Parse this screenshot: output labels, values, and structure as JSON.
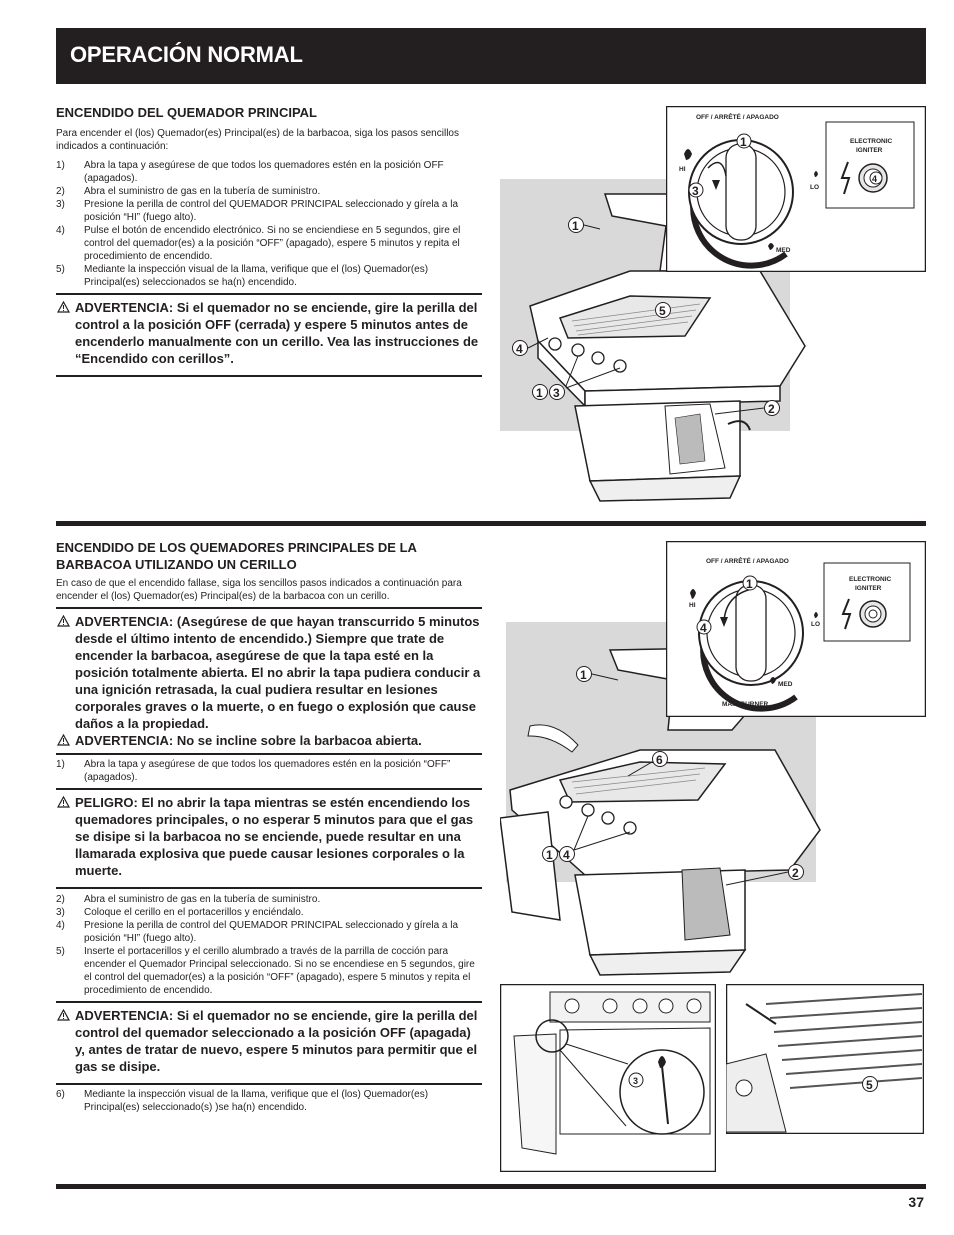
{
  "header": {
    "title": "OPERACIÓN NORMAL"
  },
  "section1": {
    "heading": "ENCENDIDO DEL QUEMADOR PRINCIPAL",
    "intro": "Para encender el (los) Quemador(es) Principal(es) de la barbacoa, siga los pasos sencillos indicados a continuación:",
    "steps": [
      {
        "n": "1)",
        "text": "Abra la tapa y asegúrese de que todos los quemadores estén en la posición OFF (apagados)."
      },
      {
        "n": "2)",
        "text": "Abra el suministro de gas en la tubería de suministro."
      },
      {
        "n": "3)",
        "text": "Presione la perilla de control del QUEMADOR PRINCIPAL seleccionado y gírela a la posición “HI” (fuego alto)."
      },
      {
        "n": "4)",
        "text": "Pulse el botón de encendido electrónico.  Si no se enciendiese en 5 segundos, gire el control del quemador(es) a la posición “OFF” (apagado), espere 5 minutos y repita el procedimiento de encendido."
      },
      {
        "n": "5)",
        "text": "Mediante la inspección visual de la llama, verifique que el (los) Quemador(es) Principal(es) seleccionados se ha(n) encendido."
      }
    ],
    "warning": "ADVERTENCIA: Si el quemador no se enciende, gire la perilla del control a la posición OFF (cerrada) y espere 5 minutos antes de encenderlo manualmente con un cerillo. Vea las instrucciones de “Encendido con cerillos”."
  },
  "section2": {
    "heading": "ENCENDIDO DE LOS QUEMADORES PRINCIPALES DE LA BARBACOA UTILIZANDO UN CERILLO",
    "intro": "En caso de que el encendido fallase, siga los sencillos pasos indicados a continuación para encender el (los) Quemador(es) Principal(es) de la barbacoa con un cerillo.",
    "warning1": "ADVERTENCIA: (Asegúrese de que hayan transcurrido 5 minutos desde el último intento de encendido.) Siempre que trate de encender la barbacoa, asegúrese de que la tapa esté en la posición totalmente abierta. El no abrir la tapa pudiera conducir a una ignición retrasada, la cual pudiera resultar en lesiones corporales graves o la muerte, o en fuego o explosión que cause daños a la propiedad.",
    "warning2": "ADVERTENCIA: No se incline sobre la barbacoa abierta.",
    "steps_a": [
      {
        "n": "1)",
        "text": "Abra la tapa y asegúrese de que todos los quemadores estén en la posición “OFF” (apagados)."
      }
    ],
    "danger": "PELIGRO: El no abrir la tapa mientras se estén encendiendo los quemadores principales, o no esperar 5 minutos para que el gas se disipe si la barbacoa no se enciende, puede resultar en una llamarada explosiva que puede causar lesiones corporales o la muerte.",
    "steps_b": [
      {
        "n": "2)",
        "text": "Abra el suministro de gas en la tubería de suministro."
      },
      {
        "n": "3)",
        "text": "Coloque el cerillo en el portacerillos y enciéndalo."
      },
      {
        "n": "4)",
        "text": "Presione la perilla de control del QUEMADOR PRINCIPAL seleccionado y gírela a la posición “HI” (fuego alto)."
      },
      {
        "n": "5)",
        "text": "Inserte el portacerillos y el cerillo alumbrado a través de la parrilla de cocción para encender el Quemador Principal seleccionado. Si no se encendiese en 5 segundos, gire el control del quemador(es) a la posición “OFF” (apagado), espere 5 minutos y repita el procedimiento de encendido."
      }
    ],
    "warning3": "ADVERTENCIA: Si el quemador no se enciende, gire la perilla del control del quemador seleccionado a la posición OFF (apagada) y,  antes de tratar de nuevo, espere 5 minutos para permitir que el gas se disipe.",
    "steps_c": [
      {
        "n": "6)",
        "text": "Mediante la inspección visual de la llama, verifique que el (los) Quemador(es) Principal(es) seleccionado(s) )se ha(n) encendido."
      }
    ]
  },
  "figure1": {
    "dial_top": "OFF / ARRÊTÉ / APAGADO",
    "hi": "HI",
    "lo": "LO",
    "med": "MED",
    "igniter_line1": "ELECTRONIC",
    "igniter_line2": "IGNITER",
    "callouts": {
      "dial_1": "1",
      "dial_3": "3",
      "igniter_4": "4",
      "grill_1": "1",
      "grill_5": "5",
      "grill_4": "4",
      "grill_13a": "1",
      "grill_13b": "3",
      "grill_2": "2"
    }
  },
  "figure2": {
    "dial_top": "OFF / ARRÊTÉ / APAGADO",
    "hi": "HI",
    "lo": "LO",
    "med": "MED",
    "igniter_line1": "ELECTRONIC",
    "igniter_line2": "IGNITER",
    "main_burner": "MAIN BURNER",
    "callouts": {
      "dial_1": "1",
      "dial_4": "4",
      "grill_1": "1",
      "grill_6": "6",
      "grill_14a": "1",
      "grill_14b": "4",
      "grill_2": "2",
      "inset_3": "3",
      "inset_5": "5"
    }
  },
  "footer": {
    "page_number": "37"
  }
}
